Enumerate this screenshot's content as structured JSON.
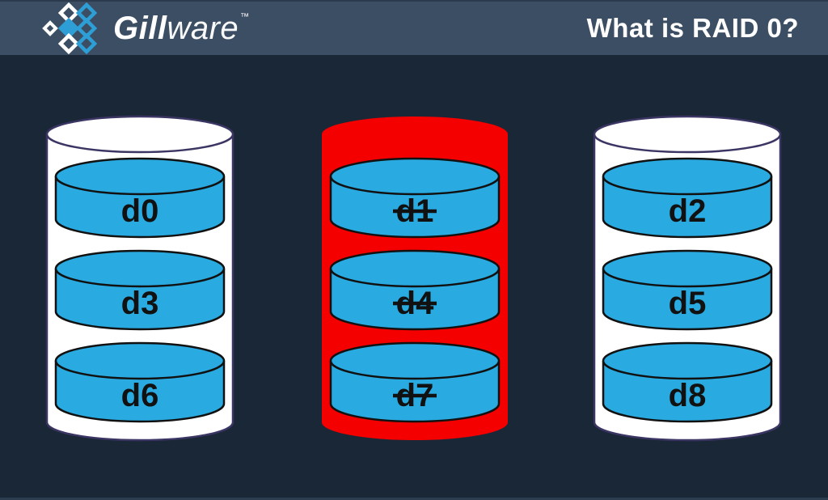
{
  "header": {
    "logo": {
      "brand_bold": "Gill",
      "brand_light": "ware",
      "trademark": "™",
      "diamond_white": "#FFFFFF",
      "diamond_blue": "#2E9FD6"
    },
    "title": "What is RAID 0?",
    "background": "#3C4E64",
    "text_color": "#FFFFFF"
  },
  "canvas": {
    "background": "#1A2736",
    "bottom_edge_color": "#2C3D50"
  },
  "diagram": {
    "type": "raid0-striping",
    "block_fill": "#29ABE2",
    "block_stroke": "#111111",
    "drive_fill_healthy": "#FFFFFF",
    "drive_stroke_healthy": "#3B3563",
    "drive_fill_failed": "#F40000",
    "drives": [
      {
        "id": "drive-1",
        "status": "healthy",
        "disks": [
          {
            "label": "d0",
            "failed": false
          },
          {
            "label": "d3",
            "failed": false
          },
          {
            "label": "d6",
            "failed": false
          }
        ]
      },
      {
        "id": "drive-2",
        "status": "failed",
        "disks": [
          {
            "label": "d1",
            "failed": true
          },
          {
            "label": "d4",
            "failed": true
          },
          {
            "label": "d7",
            "failed": true
          }
        ]
      },
      {
        "id": "drive-3",
        "status": "healthy",
        "disks": [
          {
            "label": "d2",
            "failed": false
          },
          {
            "label": "d5",
            "failed": false
          },
          {
            "label": "d8",
            "failed": false
          }
        ]
      }
    ]
  }
}
